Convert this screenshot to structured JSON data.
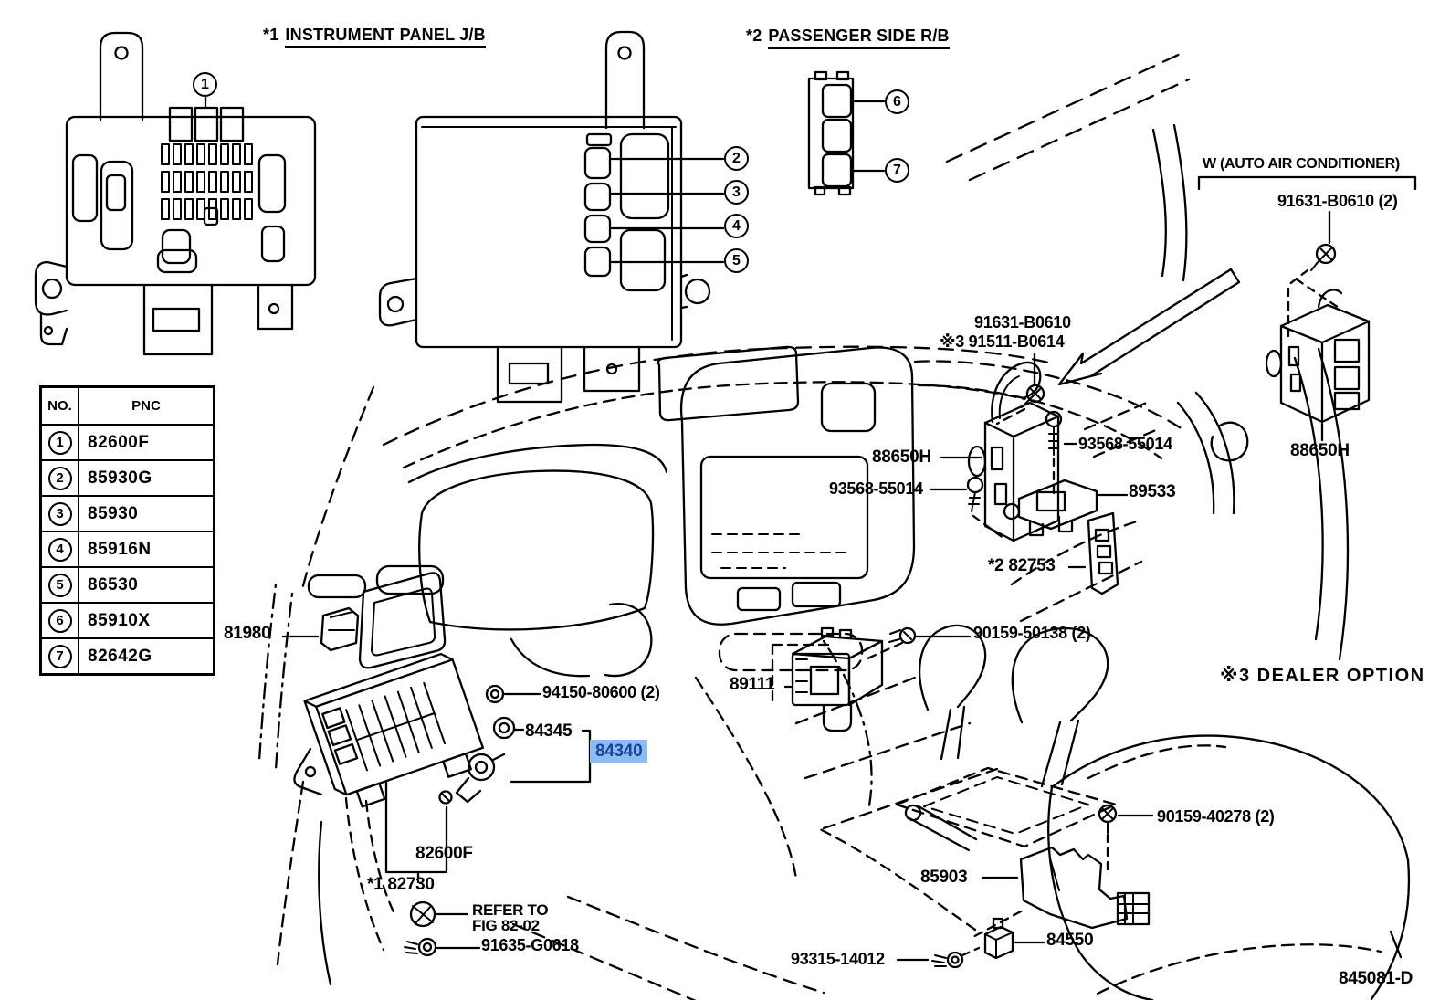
{
  "sections": {
    "s1": {
      "prefix": "*1",
      "title": "INSTRUMENT PANEL J/B"
    },
    "s2": {
      "prefix": "*2",
      "title": "PASSENGER SIDE R/B"
    }
  },
  "callouts": {
    "c1": "1",
    "c2": "2",
    "c3": "3",
    "c4": "4",
    "c5": "5",
    "c6": "6",
    "c7": "7"
  },
  "table": {
    "headers": {
      "no": "NO.",
      "pnc": "PNC"
    },
    "rows": [
      {
        "no": "1",
        "pnc": "82600F"
      },
      {
        "no": "2",
        "pnc": "85930G"
      },
      {
        "no": "3",
        "pnc": "85930"
      },
      {
        "no": "4",
        "pnc": "85916N"
      },
      {
        "no": "5",
        "pnc": "86530"
      },
      {
        "no": "6",
        "pnc": "85910X"
      },
      {
        "no": "7",
        "pnc": "82642G"
      }
    ]
  },
  "labels": {
    "l91631a": {
      "text": "91631-B0610"
    },
    "l91511": {
      "text": "※3 91511-B0614"
    },
    "l88650h_c": {
      "text": "88650H"
    },
    "l93568a": {
      "text": "93568-55014"
    },
    "l93568b": {
      "text": "93568-55014"
    },
    "l89533": {
      "text": "89533"
    },
    "l82753": {
      "text": "*2 82753"
    },
    "l90159_50138": {
      "text": "90159-50138 (2)"
    },
    "l89111": {
      "text": "89111"
    },
    "l81980": {
      "text": "81980"
    },
    "l94150": {
      "text": "94150-80600 (2)"
    },
    "l84345": {
      "text": "84345"
    },
    "l84340": {
      "text": "84340"
    },
    "l82600f": {
      "text": "82600F"
    },
    "l82730": {
      "text": "*1 82730"
    },
    "refer1": {
      "text": "REFER TO"
    },
    "refer2": {
      "text": "FIG 82-02"
    },
    "l91635": {
      "text": "91635-G0618"
    },
    "l93315": {
      "text": "93315-14012"
    },
    "l85903": {
      "text": "85903"
    },
    "l84550": {
      "text": "84550"
    },
    "l90159_40278": {
      "text": "90159-40278 (2)"
    },
    "dealer_option": {
      "text": "※3 DEALER OPTION"
    },
    "w_auto_ac": {
      "text": "W (AUTO AIR CONDITIONER)"
    },
    "l91631b": {
      "text": "91631-B0610 (2)"
    },
    "l88650h_r": {
      "text": "88650H"
    },
    "fig_code": {
      "text": "845081-D"
    }
  },
  "highlight": {
    "bg": "#8EBBF4",
    "fg": "#16439C",
    "css": "background-color:#8EBBF4;color:#16439C;padding:2px 6px;"
  }
}
